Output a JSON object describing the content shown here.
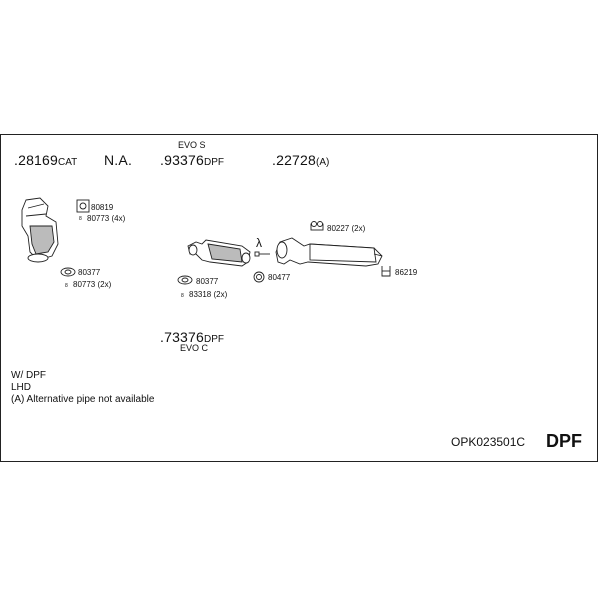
{
  "header_parts": {
    "p1": {
      "number": ".28169",
      "suffix": "CAT"
    },
    "p2": {
      "number": "N.A.",
      "suffix": ""
    },
    "p3": {
      "number": ".93376",
      "suffix": "DPF",
      "label": "EVO S"
    },
    "p4": {
      "number": ".22728",
      "suffix": "(A)"
    },
    "p5": {
      "number": ".73376",
      "suffix": "DPF",
      "label": "EVO C"
    }
  },
  "fittings": {
    "f80819": "80819",
    "f80773a": "80773 (4x)",
    "f80377a": "80377",
    "f80773b": "80773 (2x)",
    "f80377b": "80377",
    "f83318": "83318 (2x)",
    "f80477": "80477",
    "f80227": "80227 (2x)",
    "f86219": "86219"
  },
  "bullet": "8",
  "lambda": "λ",
  "notes": {
    "line1": "W/ DPF",
    "line2": "LHD",
    "line3": "(A) Alternative pipe not available"
  },
  "footer": {
    "code": "OPK023501C",
    "type": "DPF"
  }
}
